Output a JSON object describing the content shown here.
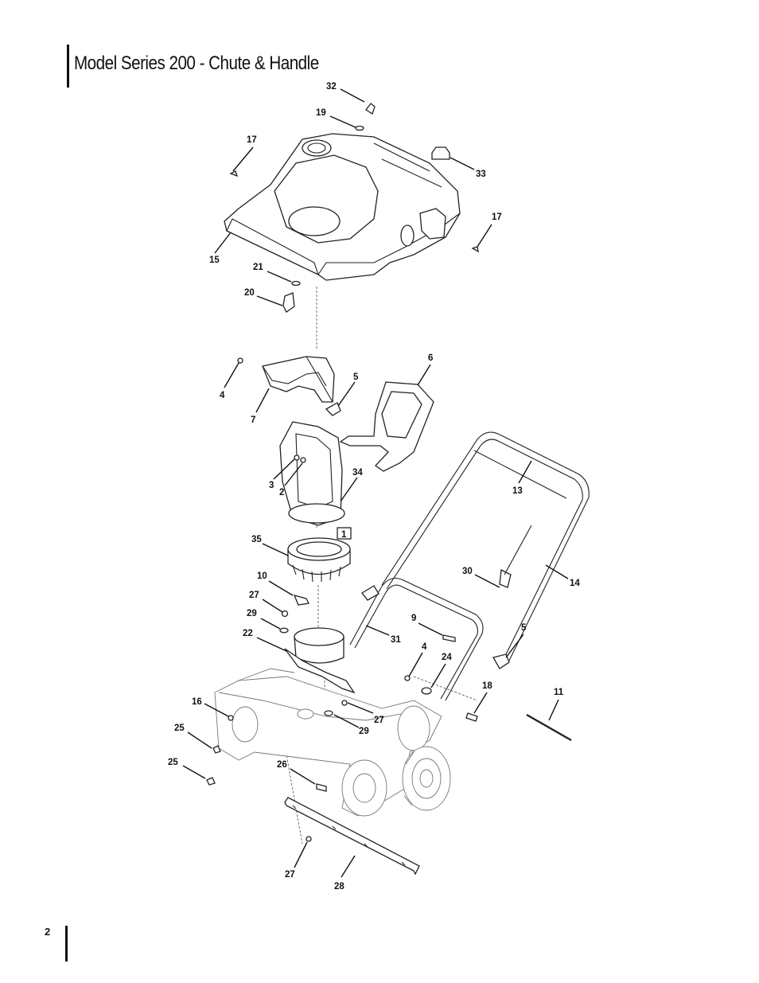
{
  "page": {
    "title": "Model Series 200 - Chute & Handle",
    "page_number": "2"
  },
  "callouts": [
    {
      "id": "c32",
      "text": "32"
    },
    {
      "id": "c19",
      "text": "19"
    },
    {
      "id": "c17a",
      "text": "17"
    },
    {
      "id": "c33",
      "text": "33"
    },
    {
      "id": "c17b",
      "text": "17"
    },
    {
      "id": "c15",
      "text": "15"
    },
    {
      "id": "c21",
      "text": "21"
    },
    {
      "id": "c20",
      "text": "20"
    },
    {
      "id": "c6",
      "text": "6"
    },
    {
      "id": "c4a",
      "text": "4"
    },
    {
      "id": "c5a",
      "text": "5"
    },
    {
      "id": "c7",
      "text": "7"
    },
    {
      "id": "c3",
      "text": "3"
    },
    {
      "id": "c2",
      "text": "2"
    },
    {
      "id": "c34",
      "text": "34"
    },
    {
      "id": "c13",
      "text": "13"
    },
    {
      "id": "c1",
      "text": "1"
    },
    {
      "id": "c35",
      "text": "35"
    },
    {
      "id": "c10",
      "text": "10"
    },
    {
      "id": "c30",
      "text": "30"
    },
    {
      "id": "c14",
      "text": "14"
    },
    {
      "id": "c27a",
      "text": "27"
    },
    {
      "id": "c29a",
      "text": "29"
    },
    {
      "id": "c9",
      "text": "9"
    },
    {
      "id": "c5b",
      "text": "5"
    },
    {
      "id": "c22",
      "text": "22"
    },
    {
      "id": "c31",
      "text": "31"
    },
    {
      "id": "c4b",
      "text": "4"
    },
    {
      "id": "c24",
      "text": "24"
    },
    {
      "id": "c18",
      "text": "18"
    },
    {
      "id": "c11",
      "text": "11"
    },
    {
      "id": "c16",
      "text": "16"
    },
    {
      "id": "c27b",
      "text": "27"
    },
    {
      "id": "c29b",
      "text": "29"
    },
    {
      "id": "c25a",
      "text": "25"
    },
    {
      "id": "c25b",
      "text": "25"
    },
    {
      "id": "c26",
      "text": "26"
    },
    {
      "id": "c27c",
      "text": "27"
    },
    {
      "id": "c28",
      "text": "28"
    }
  ]
}
